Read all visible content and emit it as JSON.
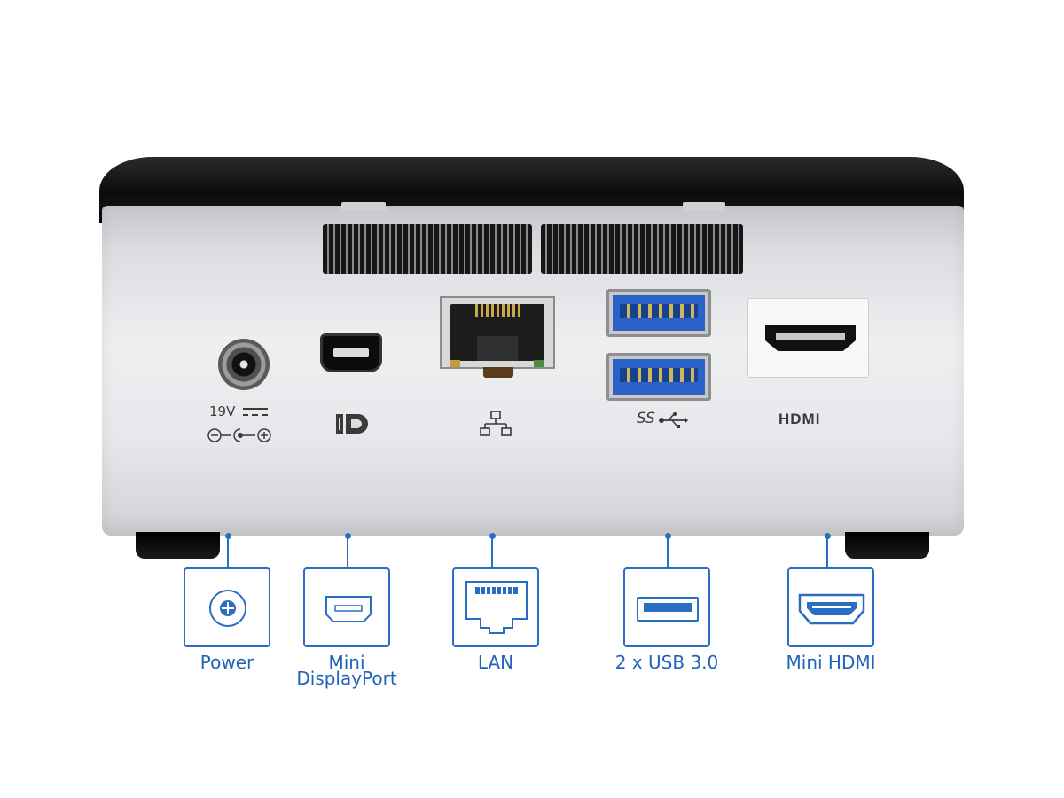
{
  "device": {
    "power_marking": "19V",
    "hdmi_marking": "HDMI",
    "usb_marking": "SS"
  },
  "ports": [
    {
      "label": "Power",
      "icon": "power-jack-icon"
    },
    {
      "label": "Mini",
      "label_line2": "DisplayPort",
      "icon": "mini-displayport-icon"
    },
    {
      "label": "LAN",
      "icon": "ethernet-port-icon"
    },
    {
      "label": "2 x USB 3.0",
      "icon": "usb-port-icon"
    },
    {
      "label": "Mini HDMI",
      "icon": "hdmi-port-icon"
    }
  ],
  "colors": {
    "accent": "#2a6ec4",
    "label": "#1f64b8",
    "usb_blue": "#2b62c9"
  }
}
